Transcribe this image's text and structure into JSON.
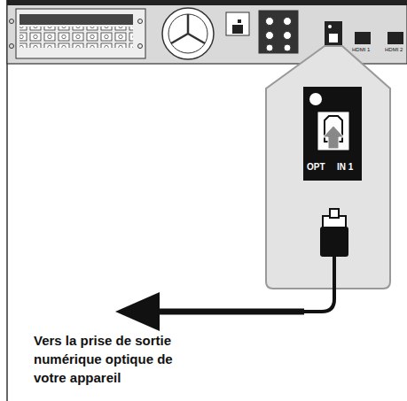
{
  "diagram": {
    "labels": [
      "HDMI 1",
      "HDMI 2",
      "OPT",
      "IN 1",
      "Vers la prise de sortie numérique optique de votre appareil"
    ]
  }
}
